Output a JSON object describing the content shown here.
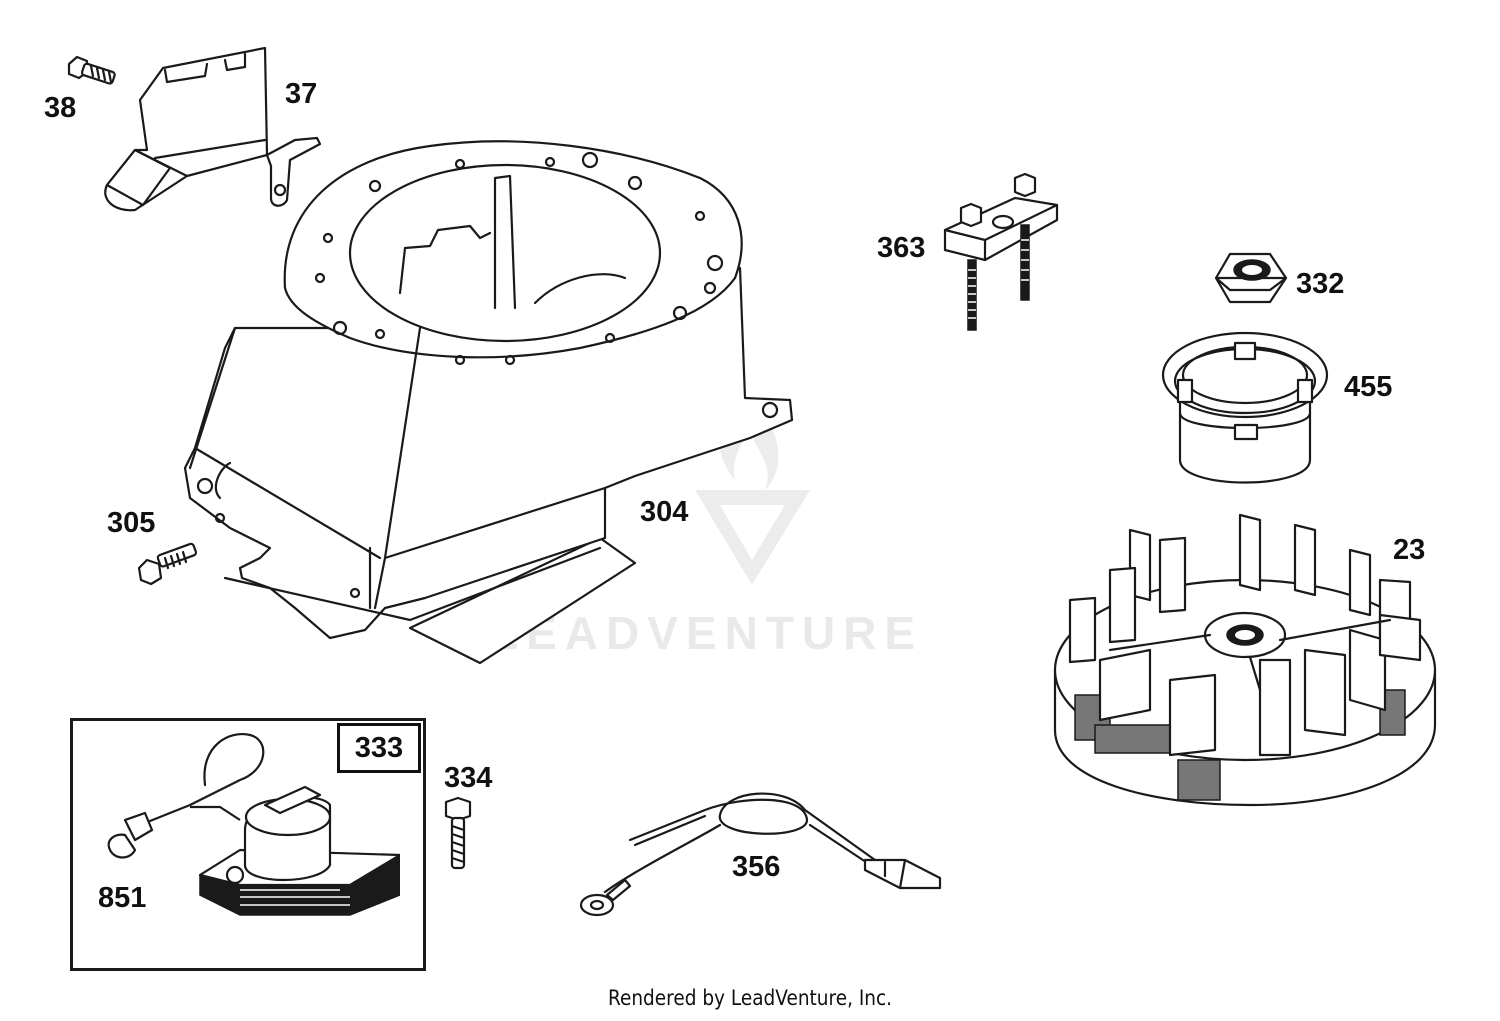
{
  "parts": [
    {
      "number": "38",
      "name": "screw"
    },
    {
      "number": "37",
      "name": "shield"
    },
    {
      "number": "304",
      "name": "blower-housing"
    },
    {
      "number": "305",
      "name": "screw"
    },
    {
      "number": "363",
      "name": "bracket"
    },
    {
      "number": "332",
      "name": "nut"
    },
    {
      "number": "455",
      "name": "starter-cup"
    },
    {
      "number": "23",
      "name": "flywheel"
    },
    {
      "number": "333",
      "name": "armature"
    },
    {
      "number": "334",
      "name": "screw"
    },
    {
      "number": "356",
      "name": "ground-wire"
    },
    {
      "number": "851",
      "name": "terminal"
    }
  ],
  "watermark": {
    "text": "LEADVENTURE"
  },
  "footer": {
    "text": "Rendered by LeadVenture, Inc."
  }
}
